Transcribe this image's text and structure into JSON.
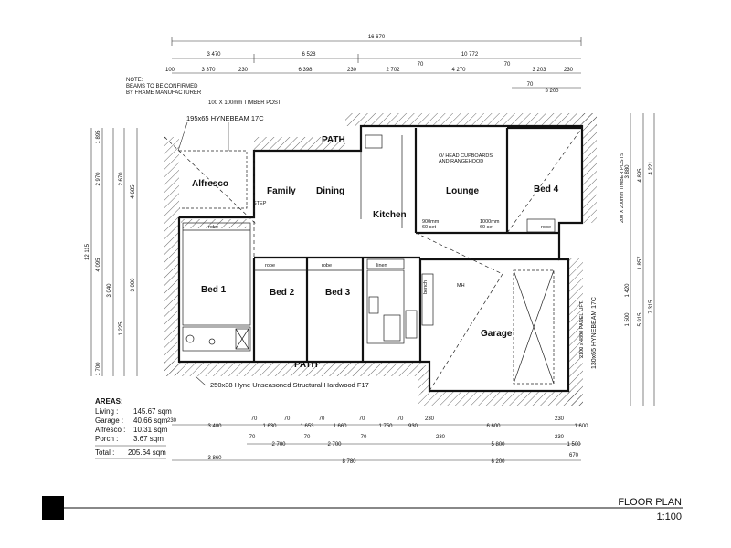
{
  "top_dims": {
    "overall": "16 670",
    "row2": [
      "3 470",
      "6 528",
      "10 772"
    ],
    "row3": [
      "100",
      "3 370",
      "230",
      "6 398",
      "230",
      "2 702",
      "70",
      "4 270",
      "70",
      "3 203",
      "230"
    ],
    "row4": [
      "70",
      "3 200"
    ]
  },
  "note": [
    "NOTE:",
    "BEAMS TO BE CONFIRMED",
    "BY FRAME MANUFACTURER"
  ],
  "beam_labels": {
    "post": "100 X 100mm TIMBER POST",
    "hyne_top": "195x65 HYNEBEAM 17C",
    "hyne_bottom": "250x38 Hyne Unseasoned Structural Hardwood F17",
    "hyne_right": "130x65 HYNEBEAM 17C",
    "panel_lift": "2100 x 4800 PANEL LIFT",
    "posts_right": "200 X 200mm TIMBER POSTS",
    "cupboards": [
      "O/ HEAD CUPBOARDS",
      "AND RANGEHOOD"
    ],
    "bench1": [
      "900mm",
      "60 set"
    ],
    "bench2": [
      "1000mm",
      "60 set"
    ]
  },
  "rooms": {
    "alfresco": "Alfresco",
    "family": "Family",
    "dining": "Dining",
    "kitchen": "Kitchen",
    "lounge": "Lounge",
    "bed4": "Bed 4",
    "bed1": "Bed 1",
    "bed2": "Bed 2",
    "bed3": "Bed 3",
    "garage": "Garage",
    "path_top": "PATH",
    "path_bottom": "PATH",
    "robe": "robe",
    "linen": "linen",
    "bench": "bench",
    "step": "STEP",
    "mh": "MH"
  },
  "left_dims": [
    "12 115",
    "1 895",
    "2 970",
    "2 670",
    "4 685",
    "3 040",
    "4 095",
    "3 000",
    "1 225",
    "1 700"
  ],
  "right_dims": [
    "3 880",
    "4 895",
    "4 221",
    "5 915",
    "7 315",
    "1 857",
    "1 500",
    "1 420"
  ],
  "bottom_dims": {
    "row1": [
      "230",
      "3 400",
      "70",
      "1 630",
      "70",
      "1 653",
      "70",
      "1 660",
      "70",
      "1 750",
      "70",
      "930",
      "230",
      "6 600",
      "230",
      "1 600"
    ],
    "row2": [
      "70",
      "2 700",
      "70",
      "2 700",
      "70",
      "230",
      "5 800",
      "230",
      "1 500"
    ],
    "row3": [
      "3 860",
      "8 780",
      "6 200",
      "670"
    ]
  },
  "areas": {
    "heading": "AREAS:",
    "rows": [
      {
        "label": "Living :",
        "value": "145.67 sqm"
      },
      {
        "label": "Garage :",
        "value": "40.66 sqm"
      },
      {
        "label": "Alfresco :",
        "value": "10.31 sqm"
      },
      {
        "label": "Porch :",
        "value": "3.67 sqm"
      }
    ],
    "total_label": "Total :",
    "total_value": "205.64 sqm"
  },
  "title": {
    "name": "FLOOR PLAN",
    "scale": "1:100"
  }
}
